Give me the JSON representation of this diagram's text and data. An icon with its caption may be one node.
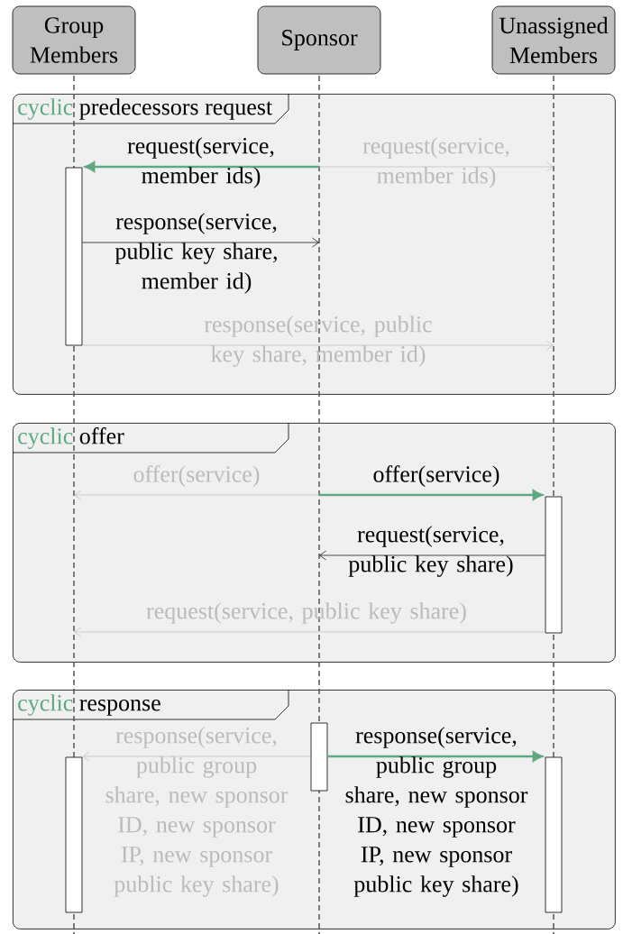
{
  "diagram": {
    "nodes": [
      {
        "text": [
          "Group Members"
        ]
      },
      {
        "text": [
          "Sponsor"
        ]
      },
      {
        "text": [
          "Unassigned Members"
        ]
      },
      {
        "text": [
          "cyclic",
          "predecessors request"
        ]
      },
      {
        "text": [],
        "shape": "bar",
        "in": 3
      },
      {
        "text": [
          "cyclic",
          "offer"
        ]
      },
      {
        "text": [],
        "shape": "bar",
        "in": 5
      },
      {
        "text": [
          "cyclic",
          "response"
        ]
      },
      {
        "text": [],
        "shape": "bar",
        "in": 7
      },
      {
        "text": [],
        "shape": "bar",
        "in": 7
      },
      {
        "text": [],
        "shape": "bar",
        "in": 7
      },
      {
        "text": [],
        "shape": "line"
      },
      {
        "text": [],
        "shape": "line"
      },
      {
        "text": [],
        "shape": "line"
      }
    ],
    "edges": [
      {
        "from": 12,
        "to": 4,
        "arrow": "to",
        "label": "request(service, member ids)",
        "style": "thick",
        "color": "#5fa882"
      },
      {
        "from": 12,
        "to": 13,
        "arrow": "to",
        "label": "request(service, member ids)",
        "color": "#bbbbbb"
      },
      {
        "from": 4,
        "to": 12,
        "arrow": "to",
        "label": "response(service, public key share, member id)",
        "color": "#000000"
      },
      {
        "from": 4,
        "to": 13,
        "arrow": "to",
        "label": "response(service, public key share, member id)",
        "color": "#bbbbbb"
      },
      {
        "from": 12,
        "to": 11,
        "arrow": "to",
        "label": "offer(service)",
        "color": "#bbbbbb"
      },
      {
        "from": 12,
        "to": 6,
        "arrow": "to",
        "label": "offer(service)",
        "style": "thick",
        "color": "#5fa882"
      },
      {
        "from": 6,
        "to": 12,
        "arrow": "to",
        "label": "request(service, public key share)",
        "color": "#000000"
      },
      {
        "from": 6,
        "to": 11,
        "arrow": "to",
        "label": "request(service, public key share)",
        "color": "#bbbbbb"
      },
      {
        "from": 8,
        "to": 9,
        "arrow": "to",
        "label": "response(service, public group share, new sponsor ID, new sponsor IP, new sponsor public key share)",
        "color": "#bbbbbb"
      },
      {
        "from": 8,
        "to": 10,
        "arrow": "to",
        "label": "response(service, public group share, new sponsor ID, new sponsor IP, new sponsor public key share)",
        "style": "thick",
        "color": "#5fa882"
      }
    ]
  }
}
